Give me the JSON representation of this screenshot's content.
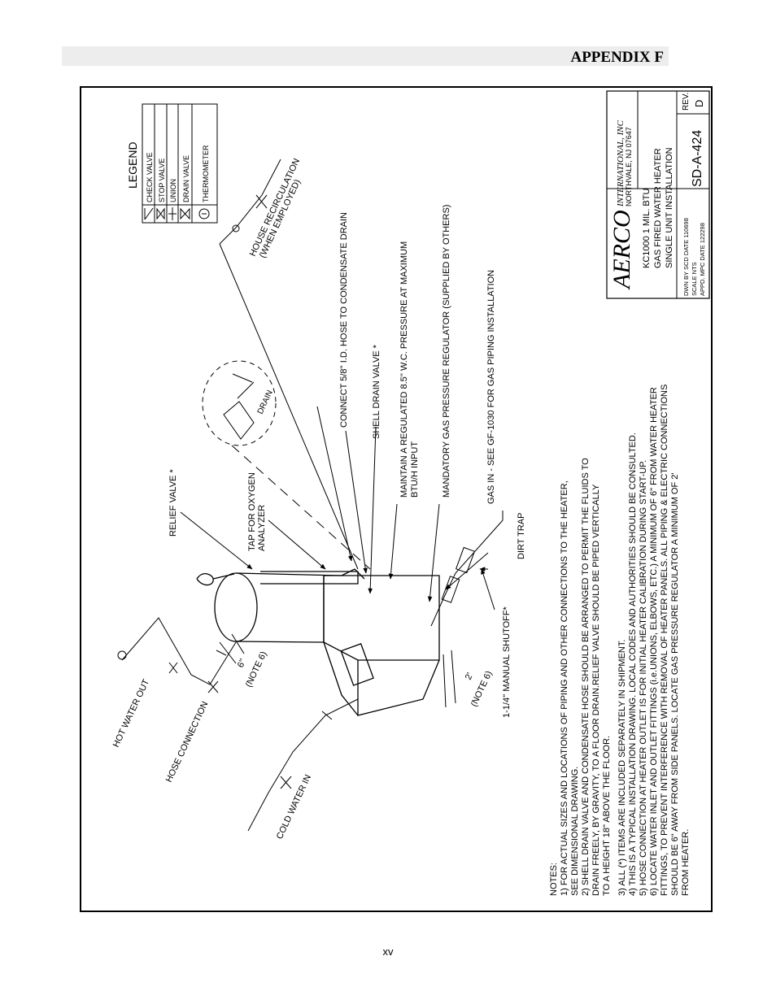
{
  "header": {
    "title": "APPENDIX F"
  },
  "page_number": "xv",
  "legend": {
    "title": "LEGEND",
    "items": [
      {
        "icon": "check-valve-icon",
        "label": "CHECK VALVE"
      },
      {
        "icon": "stop-valve-icon",
        "label": "STOP VALVE"
      },
      {
        "icon": "union-icon",
        "label": "UNION"
      },
      {
        "icon": "drain-valve-icon",
        "label": "DRAIN VALVE"
      },
      {
        "icon": "thermometer-icon",
        "label": "THERMOMETER"
      }
    ]
  },
  "title_block": {
    "company": "AERCO",
    "company_sub": "INTERNATIONAL, INC",
    "location": "NORTHVALE, NJ   07647",
    "desc1": "KC1000  1  MIL. BTU",
    "desc2": "GAS  FIRED  WATER  HEATER",
    "desc3": "SINGLE  UNIT  INSTALLATION",
    "dwn": "DWN BY  SCD  DATE  110698",
    "scale": "SCALE   NTS",
    "appd": "APPD.   MPC  DATE  122298",
    "drawing_no": "SD-A-424",
    "rev_label": "REV.",
    "rev": "D"
  },
  "callouts": {
    "house_recirc_1": "HOUSE  RECIRCULATION",
    "house_recirc_2": "(WHEN  EMPLOYED)",
    "condensate": "CONNECT 5/8'' I.D. HOSE TO CONDENSATE DRAIN",
    "drain": "DRAIN",
    "shell_drain": "SHELL DRAIN VALVE *",
    "maintain_1": "MAINTAIN  A  REGULATED  8.5''  W.C.  PRESSURE  AT  MAXIMUM",
    "maintain_2": "BTU/H  INPUT",
    "mandatory": "MANDATORY GAS PRESSURE REGULATOR  (SUPPLIED BY OTHERS)",
    "gas_in": "GAS IN  -  SEE  GF-1030  FOR  GAS  PIPING  INSTALLATION",
    "dirt_trap": "DIRT  TRAP",
    "relief": "RELIEF  VALVE  *",
    "tap_1": "TAP  FOR  OXYGEN",
    "tap_2": "ANALYZER",
    "shutoff": "1-1/4''  MANUAL  SHUTOFF*",
    "two_ft": "2'",
    "note6_a": "(NOTE 6)",
    "six_in": "6''",
    "note6_b": "(NOTE 6)",
    "hot_water": "HOT WATER OUT",
    "hose_conn": "HOSE CONNECTION",
    "cold_water": "COLD WATER IN"
  },
  "notes": [
    "NOTES:",
    "1)  FOR  ACTUAL  SIZES  AND  LOCATIONS  OF  PIPING  AND  OTHER  CONNECTIONS  TO  THE  HEATER,",
    "      SEE  DIMENSIONAL  DRAWING.",
    "2)  SHELL  DRAIN  VALVE  AND  CONDENSATE  HOSE  SHOULD  BE  ARRANGED  TO  PERMIT  THE  FLUIDS  TO",
    "      DRAIN  FREELY,  BY  GRAVITY,  TO  A  FLOOR  DRAIN.RELIEF  VALVE  SHOULD  BE  PIPED  VERTICALLY",
    "      TO  A  HEIGHT  18\"  ABOVE  THE  FLOOR.",
    "3)  ALL  (*)  ITEMS  ARE  INCLUDED  SEPARATELY  IN  SHIPMENT.",
    "4)  THIS  IS  A  TYPICAL  INSTALLATION  DRAWING.  LOCAL  CODES  AND  AUTHORITIES  SHOULD  BE  CONSULTED.",
    "5)  HOSE  CONNECTION  AT  HEATER  OUTLET  IS  FOR  INITIAL  HEATER  CALIBRATION  DURING  START-UP.",
    "6)  LOCATE  WATER  INLET  AND  OUTLET  FITTINGS  (i.e.UNIONS,  ELBOWS,  ETC.)  A  MINIMUM  OF  6\"  FROM  WATER  HEATER",
    "      FITTINGS,  TO  PREVENT  INTERFERENCE  WITH  REMOVAL  OF  HEATER  PANELS.  ALL  PIPING  &  ELECTRIC  CONNECTIONS",
    "      SHOULD  BE  6\"  AWAY  FROM  SIDE  PANELS.  LOCATE  GAS  PRESSURE  REGULATOR  A  MINIMUM  OF  2'",
    "      FROM  HEATER."
  ]
}
